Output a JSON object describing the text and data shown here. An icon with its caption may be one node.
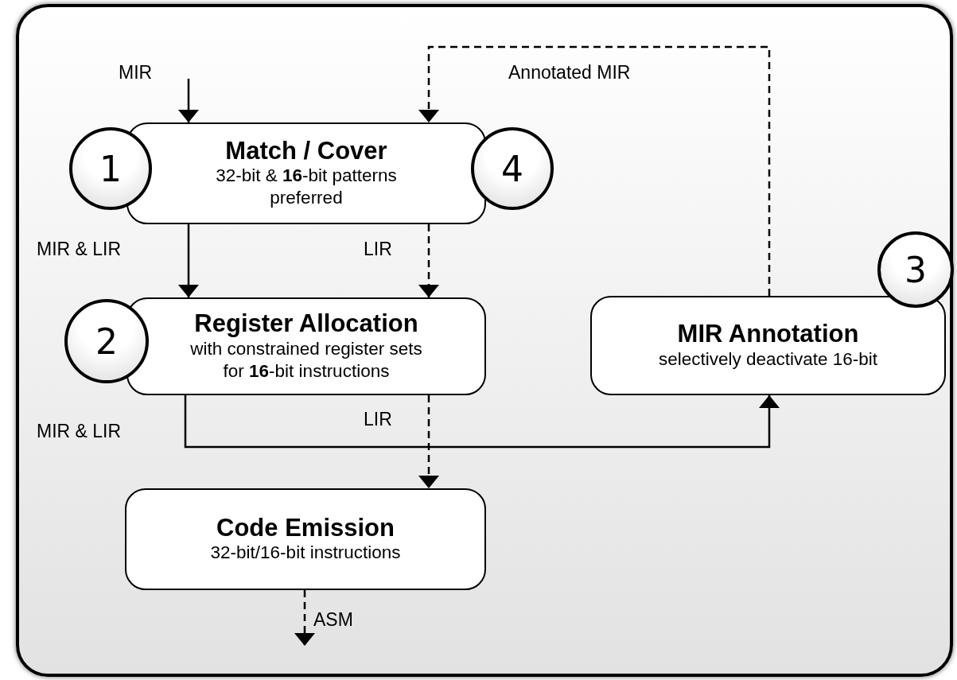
{
  "diagram": {
    "nodes": [
      {
        "text": [],
        "shape": "box"
      },
      {
        "text": [
          "1"
        ],
        "in": 0
      },
      {
        "text": [
          "Match / Cover",
          "32-bit & **16**-bit patterns preferred"
        ],
        "in": 0
      },
      {
        "text": [
          "4"
        ],
        "in": 0
      },
      {
        "text": [
          "2"
        ],
        "in": 0
      },
      {
        "text": [
          "Register Allocation",
          "with constrained register sets for **16**-bit instructions"
        ],
        "in": 0
      },
      {
        "text": [
          "3"
        ],
        "in": 0
      },
      {
        "text": [
          "MIR Annotation",
          "selectively deactivate 16-bit"
        ],
        "in": 0
      },
      {
        "text": [
          "Code Emission",
          "32-bit/16-bit instructions"
        ],
        "in": 0
      }
    ],
    "edges": [
      {
        "from": null,
        "to": 2,
        "arrow": "to",
        "label": "MIR"
      },
      {
        "from": 7,
        "to": 2,
        "arrow": "to",
        "label": "Annotated MIR",
        "style": "dashed"
      },
      {
        "from": 2,
        "to": 5,
        "arrow": "to",
        "label": "MIR & LIR"
      },
      {
        "from": 2,
        "to": 5,
        "arrow": "to",
        "label": "LIR",
        "style": "dashed"
      },
      {
        "from": 5,
        "to": 7,
        "arrow": "to",
        "label": "MIR & LIR"
      },
      {
        "from": 5,
        "to": 8,
        "arrow": "to",
        "label": "LIR",
        "style": "dashed"
      },
      {
        "from": 8,
        "to": null,
        "arrow": "to",
        "label": "ASM",
        "style": "dashed"
      }
    ]
  }
}
